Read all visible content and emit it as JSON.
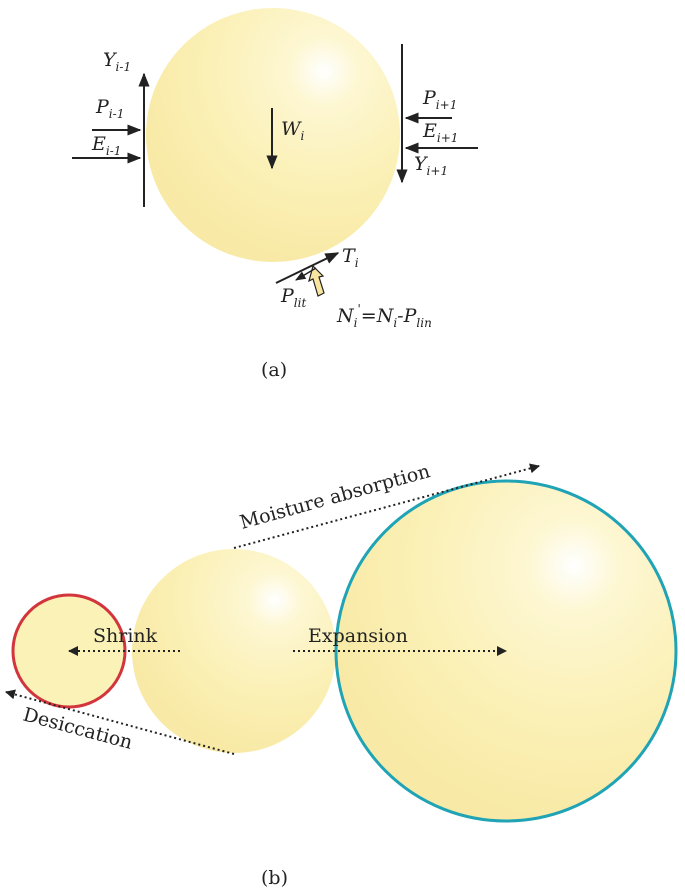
{
  "panel_a": {
    "caption": "(a)",
    "forces": {
      "y_left": {
        "main": "Y",
        "sub": "i-1"
      },
      "p_left": {
        "main": "P",
        "sub": "i-1"
      },
      "e_left": {
        "main": "E",
        "sub": "i-1"
      },
      "weight": {
        "main": "W",
        "sub": "i"
      },
      "p_right": {
        "main": "P",
        "sub": "i+1"
      },
      "e_right": {
        "main": "E",
        "sub": "i+1"
      },
      "y_right": {
        "main": "Y",
        "sub": "i+1"
      },
      "t": {
        "main": "T",
        "sub": "i"
      },
      "p_lit": {
        "main": "P",
        "sub": "lit"
      },
      "n_eq": {
        "n1": "N",
        "n1_sub": "i",
        "n1_sup": "'",
        "eq": "=N",
        "n2_sub": "i",
        "minus": "-P",
        "p_sub": "lin"
      }
    }
  },
  "panel_b": {
    "caption": "(b)",
    "labels": {
      "moisture": "Moisture absorption",
      "expansion": "Expansion",
      "shrink": "Shrink",
      "desiccation": "Desiccation"
    },
    "colors": {
      "sphere_fill": "#fbf2b8",
      "expanded_outline": "#1fa3b5",
      "shrunk_outline": "#d2363c"
    }
  }
}
